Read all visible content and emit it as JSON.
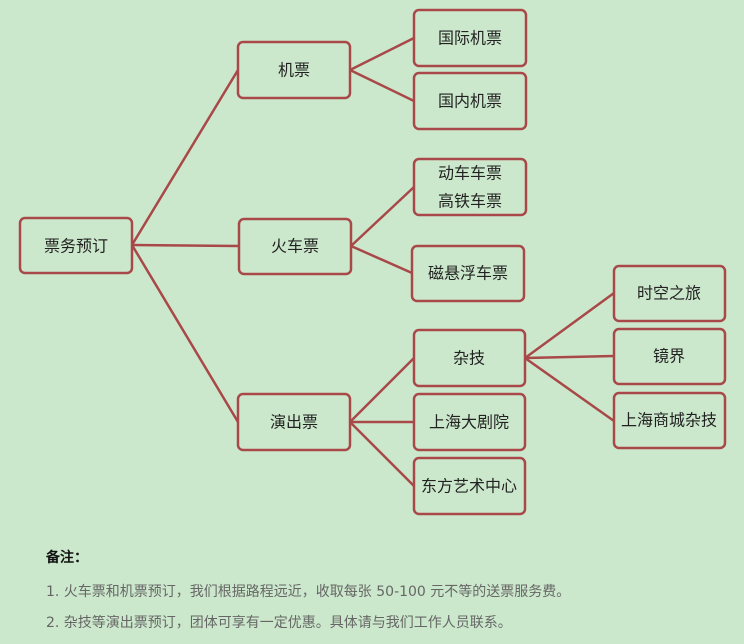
{
  "diagram": {
    "root": "票务预订",
    "categories": {
      "flight": "机票",
      "train": "火车票",
      "show": "演出票"
    },
    "leaves": {
      "intl_flight": "国际机票",
      "domestic_flight": "国内机票",
      "dongche": "动车车票",
      "gaotie": "高铁车票",
      "maglev": "磁悬浮车票",
      "acrobatics": "杂技",
      "shanghai_grand_theatre": "上海大剧院",
      "oriental_art_center": "东方艺术中心",
      "time_travel": "时空之旅",
      "mirror_world": "镜界",
      "shanghai_circus_world": "上海商城杂技"
    }
  },
  "notes": {
    "title": "备注：",
    "items": [
      "1. 火车票和机票预订，我们根据路程远近，收取每张 50-100 元不等的送票服务费。",
      "2. 杂技等演出票预订，团体可享有一定优惠。具体请与我们工作人员联系。"
    ]
  },
  "colors": {
    "background": "#cce8cc",
    "stroke": "#a84848",
    "text": "#222222",
    "note_text": "#666666"
  }
}
